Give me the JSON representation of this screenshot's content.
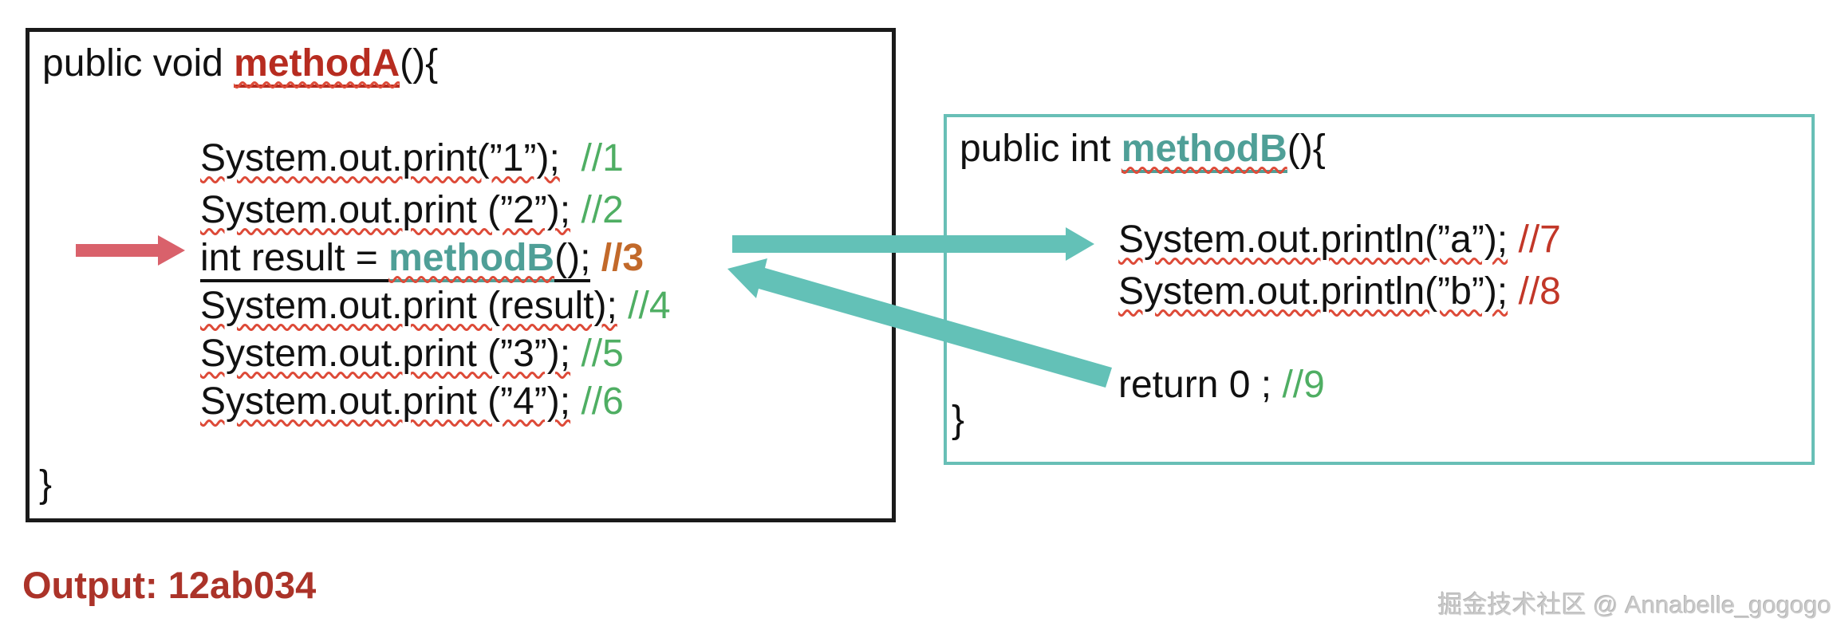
{
  "method_a_box": {
    "header": {
      "prefix": "public void ",
      "method": "methodA",
      "suffix": "(){"
    },
    "lines": [
      {
        "code": "System.out.print(”1”);",
        "gap": "  ",
        "comment": "//1"
      },
      {
        "code": "System.out.print (”2”);",
        "gap": " ",
        "comment": "//2"
      },
      {
        "code_before": "int result = ",
        "method": "methodB",
        "code_after": "();",
        "gap": " ",
        "comment": "//3"
      },
      {
        "code": "System.out.print (result);",
        "gap": " ",
        "comment": "//4"
      },
      {
        "code": "System.out.print (”3”);",
        "gap": " ",
        "comment": "//5"
      },
      {
        "code": "System.out.print (”4”);",
        "gap": " ",
        "comment": "//6"
      }
    ],
    "closing_brace": "}"
  },
  "method_b_box": {
    "header": {
      "prefix": "public int ",
      "method": "methodB",
      "suffix": "(){"
    },
    "lines": [
      {
        "code": "System.out.println(”a”);",
        "gap": " ",
        "comment": "//7"
      },
      {
        "code": "System.out.println(”b”);",
        "gap": " ",
        "comment": "//8"
      },
      {
        "code": "return 0 ; ",
        "comment": "//9"
      }
    ],
    "closing_brace": "}"
  },
  "output_label": "Output: 12ab034",
  "watermark": "掘金技术社区 @ Annabelle_gogogo",
  "colors": {
    "method_a_red": "#b72c20",
    "method_b_teal": "#4f9f97",
    "box_a_border": "#1a1a1a",
    "box_b_border": "#68bfb6",
    "teal_arrow": "#63c1b7",
    "red_arrow": "#d9616b",
    "green_comment": "#4fae63",
    "orange_comment": "#c2692a",
    "red_comment": "#c23728",
    "squiggle_red": "#dd4a38",
    "output_red": "#ab3329",
    "watermark_gray": "#c9c9c9"
  }
}
